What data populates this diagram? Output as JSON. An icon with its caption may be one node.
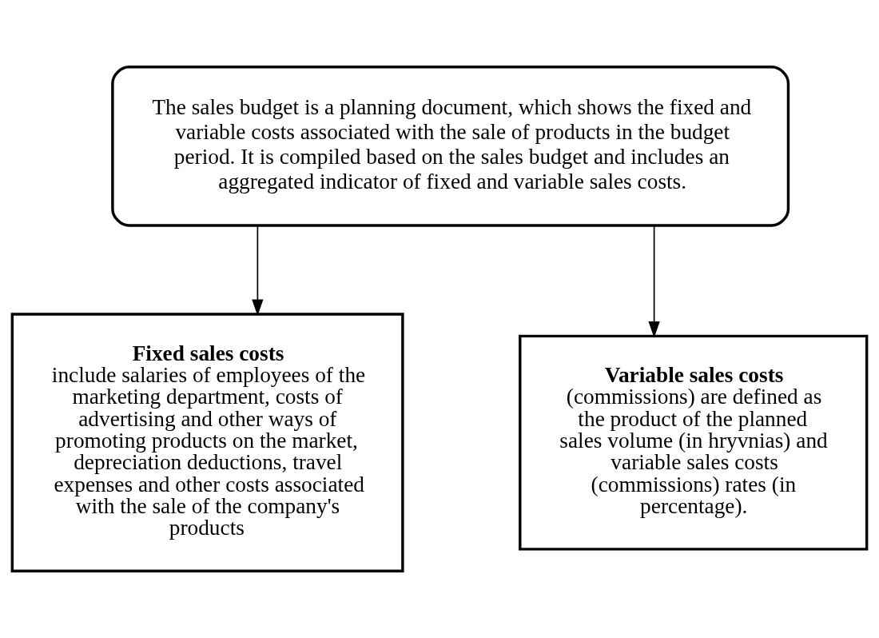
{
  "diagram": {
    "nodes": [
      {
        "text": [
          "The sales budget is a planning document, which shows the fixed and variable costs associated with the sale of products in the budget period. It is compiled based on the sales budget and includes an aggregated indicator of fixed and variable sales costs."
        ]
      },
      {
        "text": [
          "Fixed sales costs",
          "include salaries of employees of the marketing department, costs of advertising and other ways of promoting products on the market, depreciation deductions, travel expenses and other costs associated with the sale of the company's products"
        ]
      },
      {
        "text": [
          "Variable sales costs",
          "(commissions) are defined as the product of the planned sales volume (in hryvnias) and variable sales costs (commissions) rates (in percentage)."
        ]
      }
    ],
    "edges": [
      {
        "from": 0,
        "to": 1,
        "arrow": "to"
      },
      {
        "from": 0,
        "to": 2,
        "arrow": "to"
      }
    ]
  }
}
